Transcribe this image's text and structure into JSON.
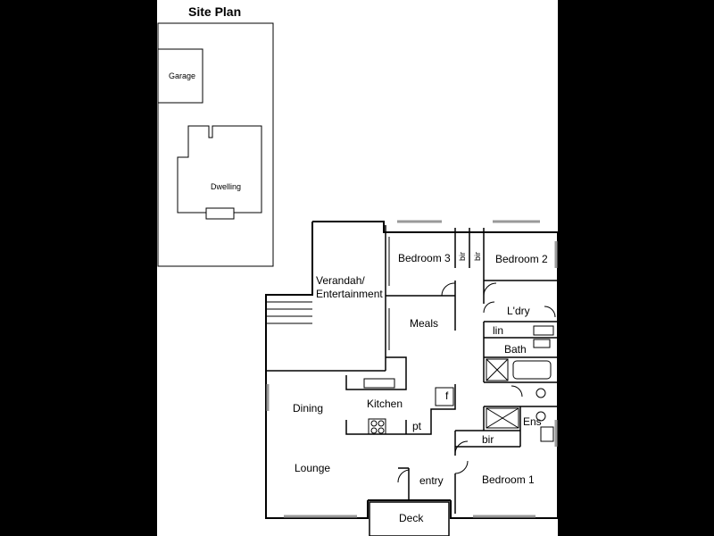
{
  "site_plan": {
    "title": "Site Plan",
    "garage": "Garage",
    "dwelling": "Dwelling"
  },
  "rooms": {
    "bedroom3": "Bedroom 3",
    "bedroom2": "Bedroom 2",
    "bedroom1": "Bedroom 1",
    "bir_a": "bir",
    "bir_b": "bir",
    "bir_c": "bir",
    "verandah_1": "Verandah/",
    "verandah_2": "Entertainment",
    "meals": "Meals",
    "laundry": "L'dry",
    "linen": "lin",
    "bath": "Bath",
    "dining": "Dining",
    "kitchen": "Kitchen",
    "fridge": "f",
    "pantry": "pt",
    "ensuite": "Ens",
    "lounge": "Lounge",
    "entry": "entry",
    "deck": "Deck"
  }
}
